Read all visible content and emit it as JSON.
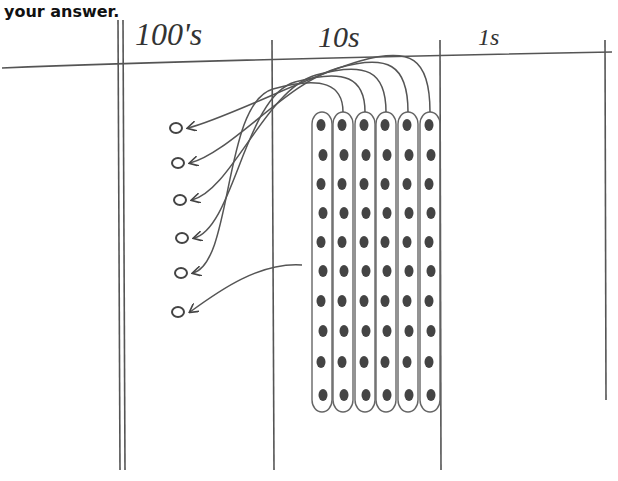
{
  "diagram": {
    "labels": [
      "your answer.",
      "100's",
      "10s",
      "1s"
    ]
  }
}
